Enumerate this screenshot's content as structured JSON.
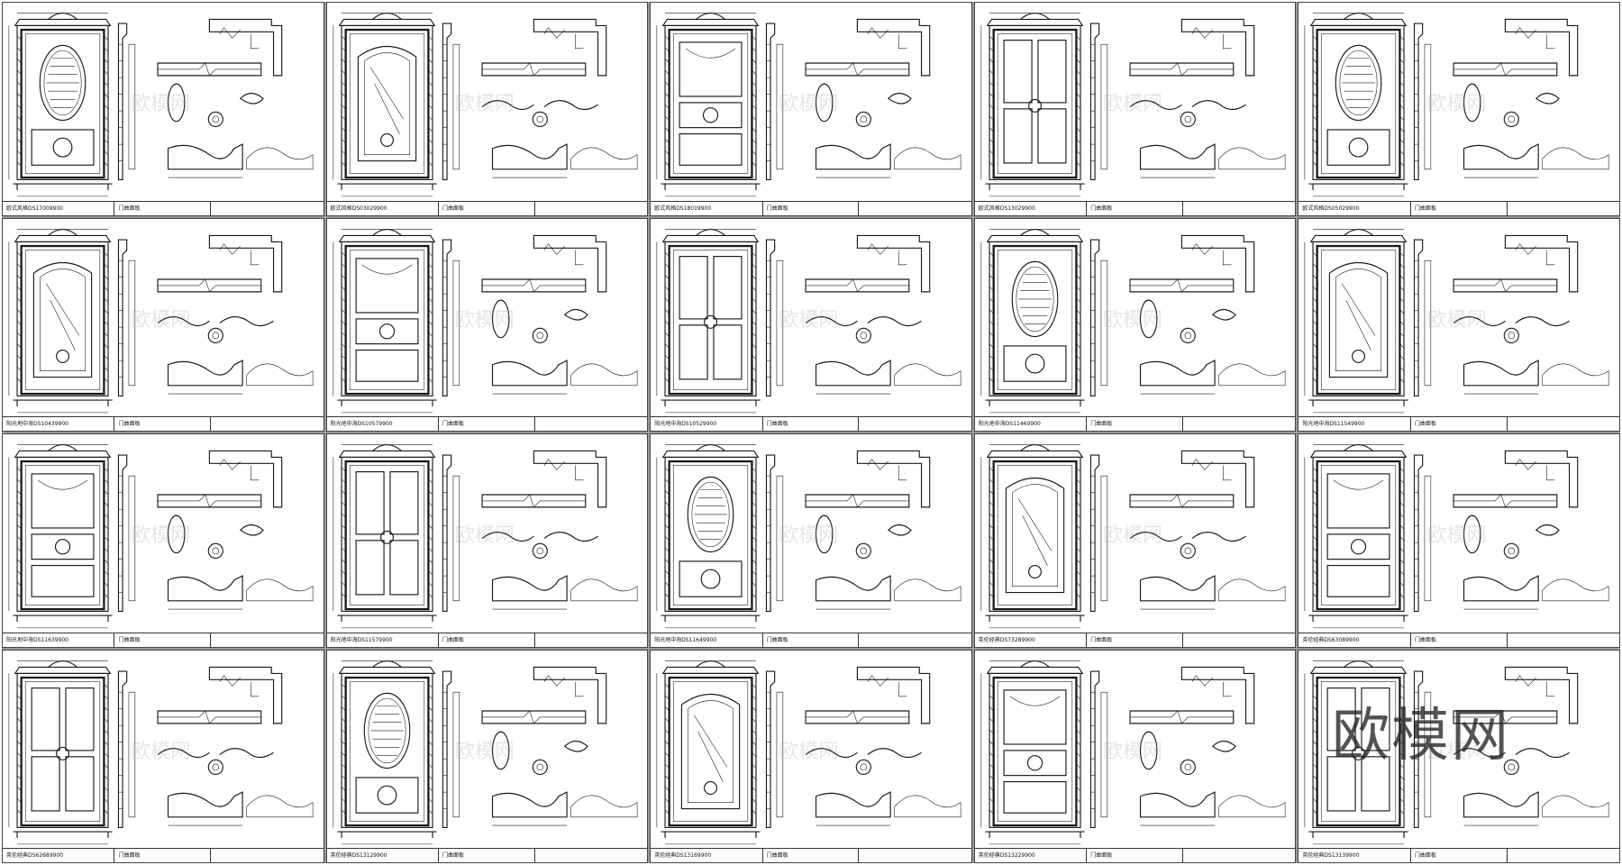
{
  "watermark": "欧模网",
  "sheet_subtitle": "门曲面板",
  "sheets": [
    {
      "code": "欧式风格DS17009900"
    },
    {
      "code": "欧式风格DS03029900"
    },
    {
      "code": "欧式风格DS18019900"
    },
    {
      "code": "欧式风格DS13029900"
    },
    {
      "code": "欧式风格DS05029900"
    },
    {
      "code": "阳光地中海DS10439900"
    },
    {
      "code": "阳光地中海DS10579900"
    },
    {
      "code": "阳光地中海DS10529900"
    },
    {
      "code": "阳光地中海DS11469900"
    },
    {
      "code": "阳光地中海DS11549900"
    },
    {
      "code": "阳光地中海DS11639900"
    },
    {
      "code": "阳光地中海DS11579900"
    },
    {
      "code": "阳光地中海DS11649900"
    },
    {
      "code": "英伦经典DS73289900"
    },
    {
      "code": "英伦经典DS63089900"
    },
    {
      "code": "英伦经典DS62689900"
    },
    {
      "code": "英伦经典DS13129900"
    },
    {
      "code": "英伦经典DS13169900"
    },
    {
      "code": "英伦经典DS13229900"
    },
    {
      "code": "英伦经典DS13139900"
    }
  ]
}
